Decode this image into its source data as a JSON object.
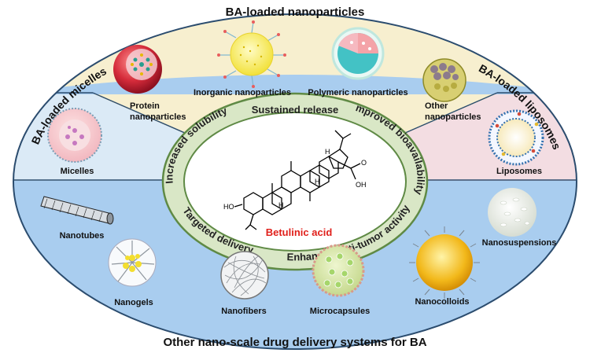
{
  "outer_labels": {
    "top": "BA-loaded nanoparticles",
    "left": "BA-loaded micelles",
    "right": "BA-loaded liposomes",
    "bottom": "Other nano-scale drug delivery systems for BA"
  },
  "ring_labels": {
    "top": "Sustained release",
    "upper_left": "Increased solubility",
    "upper_right": "Improved bioavailability",
    "lower_left": "Targeted delivery",
    "lower_right": "Enhanced anti-tumor activity"
  },
  "center": {
    "compound": "Betulinic acid",
    "hydroxyl": "HO",
    "acid": "OH",
    "carbonyl": "O",
    "h_top": "H",
    "h_mid": "H",
    "h_low": "H"
  },
  "items": {
    "protein": [
      "Protein",
      "nanoparticles"
    ],
    "inorganic": "Inorganic nanoparticles",
    "polymeric": "Polymeric nanoparticles",
    "other": [
      "Other",
      "nanoparticles"
    ],
    "micelles": "Micelles",
    "liposomes": "Liposomes",
    "nanotubes": "Nanotubes",
    "nanogels": "Nanogels",
    "nanofibers": "Nanofibers",
    "microcapsules": "Microcapsules",
    "nanocolloids": "Nanocolloids",
    "nanosuspensions": "Nanosuspensions"
  },
  "colors": {
    "top_region": "#f7efcf",
    "left_region": "#dbeaf6",
    "right_region": "#f3dde2",
    "bottom_region": "#a9cdef",
    "ring": "#d9e7c6",
    "ring_stroke": "#5f8a45",
    "compound_label": "#e0201b"
  }
}
